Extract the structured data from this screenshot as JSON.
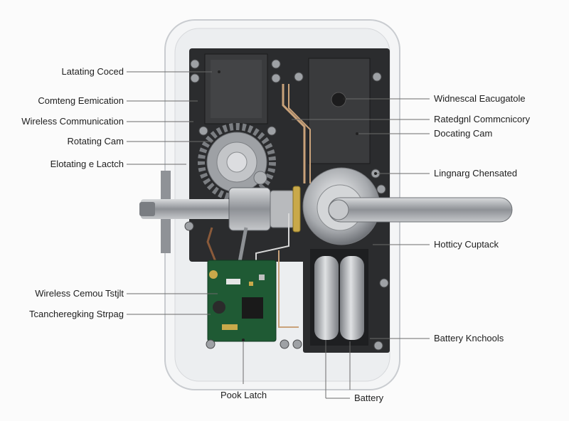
{
  "labels": {
    "latating_coced": "Latating Coced",
    "comteng_eemication": "Comteng Eemication",
    "wireless_communication": "Wireless Communication",
    "rotating_cam_left": "Rotating Cam",
    "elotating_latch": "Elotating e Lactch",
    "wireless_cemou": "Wireless Cemou Tstjlt",
    "tcanchereging": "Tcancheregking Strpag",
    "widnescal": "Widnescal Eacugatole",
    "ratedgnl": "Ratedgnl Commcnicory",
    "docating_cam": "Docating Cam",
    "lingnarg": "Lingnarg Chensated",
    "hotticy": "Hotticy Cuptack",
    "battery_knchools": "Battery Knchools",
    "pook_latch": "Pook Latch",
    "battery": "Battery"
  },
  "colors": {
    "housing": "#eef0f2",
    "backplate": "#2c2c2e",
    "pcb": "#1f5a34",
    "gear": "#8a8d90",
    "wire": "#c9a27a",
    "battery": "#a9acb0"
  }
}
